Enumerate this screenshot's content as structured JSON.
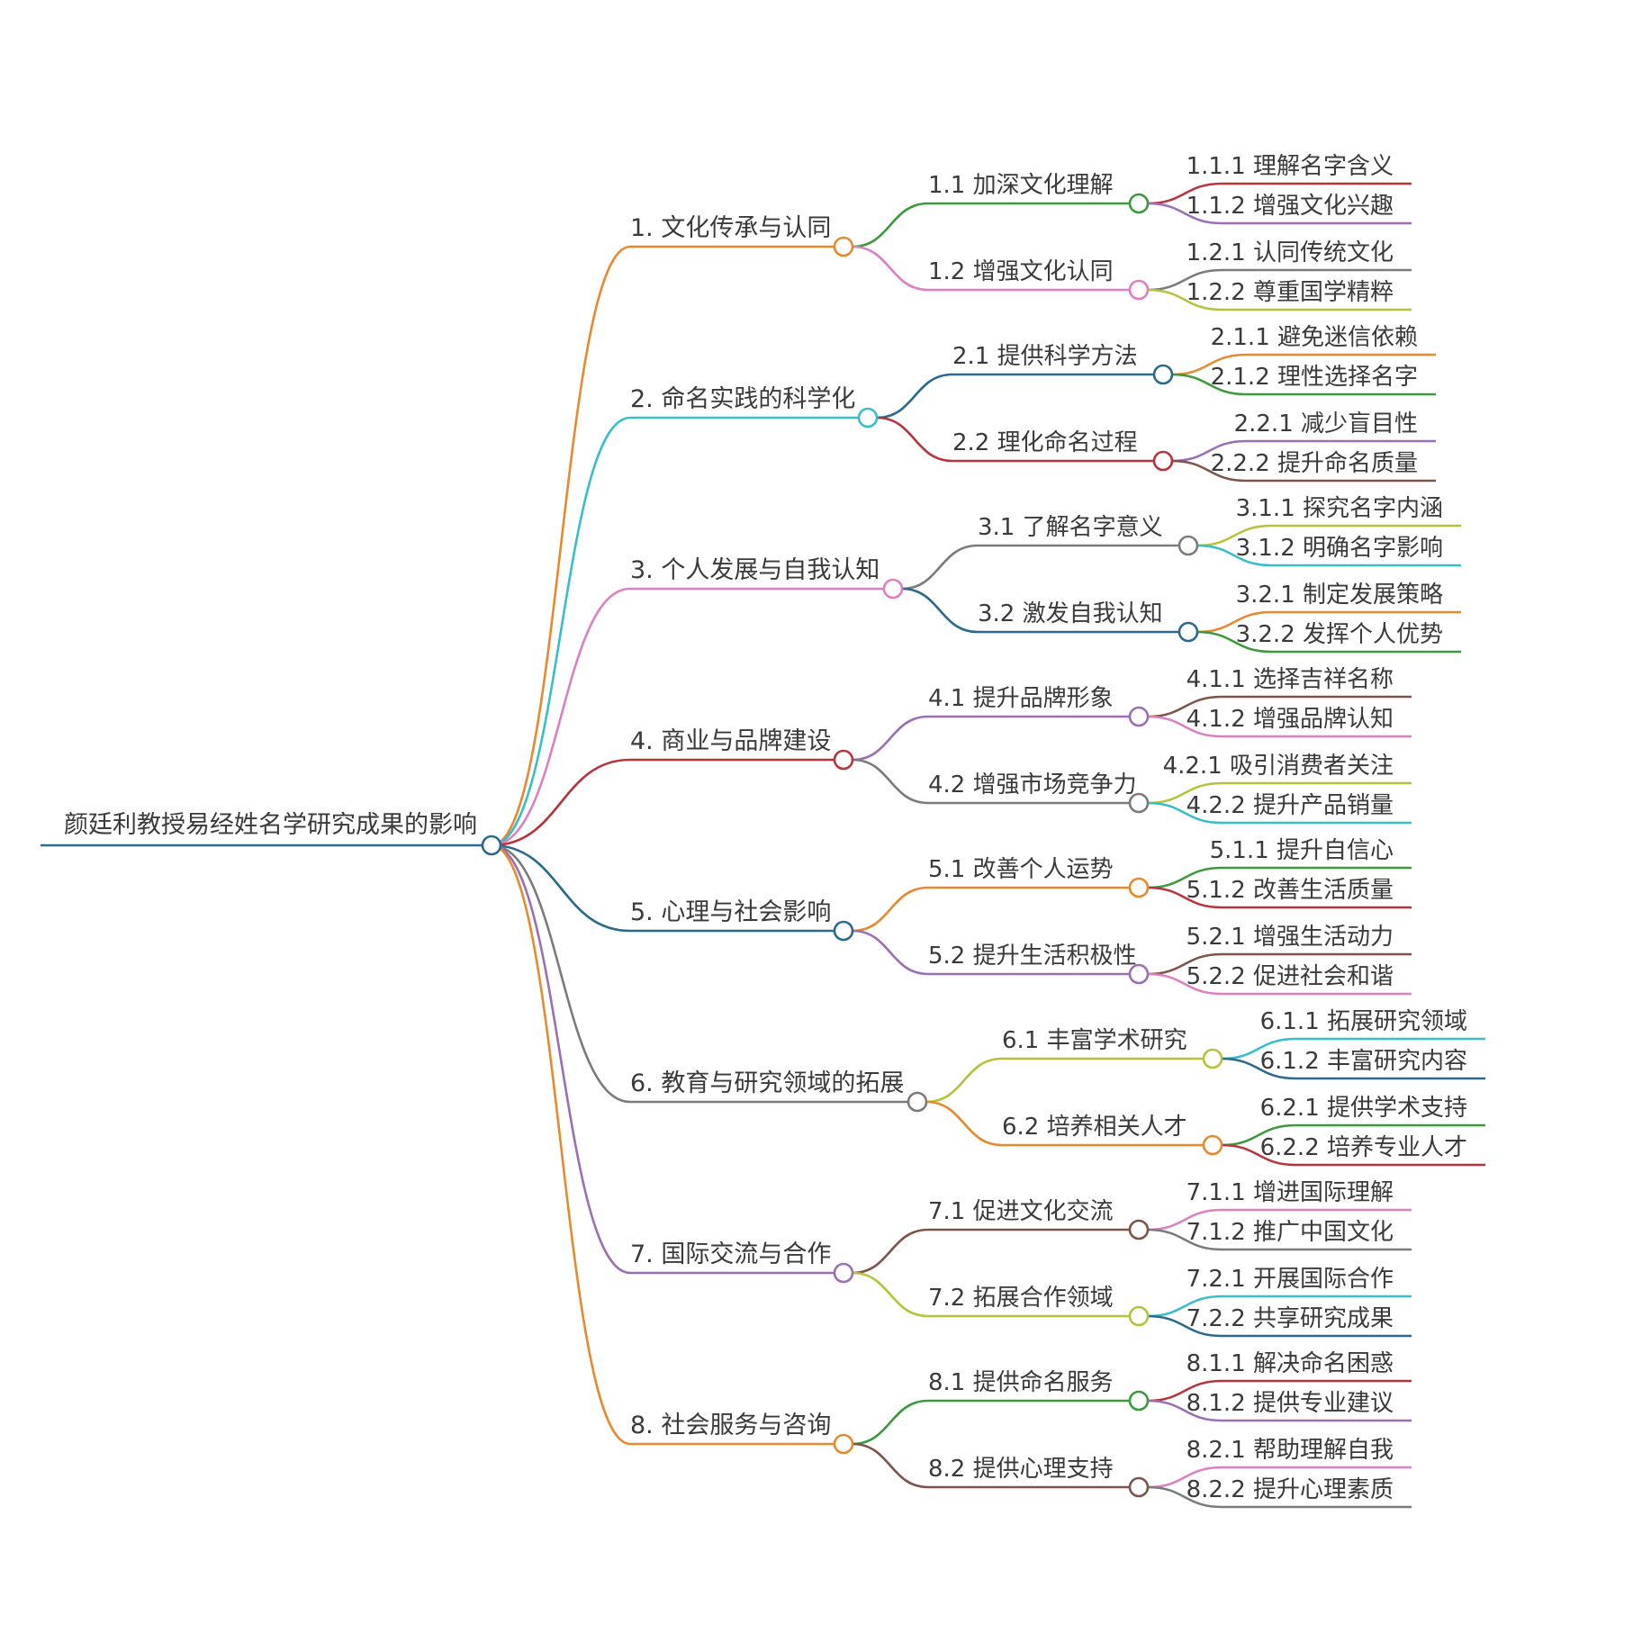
{
  "root": {
    "label": "颜廷利教授易经姓名学研究成果的影响",
    "color": "#2b6a8c"
  },
  "branches": [
    {
      "label": "1. 文化传承与认同",
      "color": "#e8892d",
      "children": [
        {
          "label": "1.1 加深文化理解",
          "color": "#3c9a3c",
          "children": [
            {
              "label": "1.1.1 理解名字含义",
              "color": "#b8343c"
            },
            {
              "label": "1.1.2 增强文化兴趣",
              "color": "#9b6fb5"
            }
          ]
        },
        {
          "label": "1.2 增强文化认同",
          "color": "#dd7fc1",
          "children": [
            {
              "label": "1.2.1 认同传统文化",
              "color": "#7b7b7b"
            },
            {
              "label": "1.2.2 尊重国学精粹",
              "color": "#b6c33a"
            }
          ]
        }
      ]
    },
    {
      "label": "2. 命名实践的科学化",
      "color": "#36bfc9",
      "children": [
        {
          "label": "2.1 提供科学方法",
          "color": "#2b6a8c",
          "children": [
            {
              "label": "2.1.1 避免迷信依赖",
              "color": "#e8892d"
            },
            {
              "label": "2.1.2 理性选择名字",
              "color": "#3c9a3c"
            }
          ]
        },
        {
          "label": "2.2 理化命名过程",
          "color": "#b8343c",
          "children": [
            {
              "label": "2.2.1 减少盲目性",
              "color": "#9b6fb5"
            },
            {
              "label": "2.2.2 提升命名质量",
              "color": "#7d5548"
            }
          ]
        }
      ]
    },
    {
      "label": "3. 个人发展与自我认知",
      "color": "#dd7fc1",
      "children": [
        {
          "label": "3.1 了解名字意义",
          "color": "#7b7b7b",
          "children": [
            {
              "label": "3.1.1 探究名字内涵",
              "color": "#b6c33a"
            },
            {
              "label": "3.1.2 明确名字影响",
              "color": "#36bfc9"
            }
          ]
        },
        {
          "label": "3.2 激发自我认知",
          "color": "#2b6a8c",
          "children": [
            {
              "label": "3.2.1 制定发展策略",
              "color": "#e8892d"
            },
            {
              "label": "3.2.2 发挥个人优势",
              "color": "#3c9a3c"
            }
          ]
        }
      ]
    },
    {
      "label": "4. 商业与品牌建设",
      "color": "#b8343c",
      "children": [
        {
          "label": "4.1 提升品牌形象",
          "color": "#9b6fb5",
          "children": [
            {
              "label": "4.1.1 选择吉祥名称",
              "color": "#7d5548"
            },
            {
              "label": "4.1.2 增强品牌认知",
              "color": "#dd7fc1"
            }
          ]
        },
        {
          "label": "4.2 增强市场竞争力",
          "color": "#7b7b7b",
          "children": [
            {
              "label": "4.2.1 吸引消费者关注",
              "color": "#b6c33a"
            },
            {
              "label": "4.2.2 提升产品销量",
              "color": "#36bfc9"
            }
          ]
        }
      ]
    },
    {
      "label": "5. 心理与社会影响",
      "color": "#2b6a8c",
      "children": [
        {
          "label": "5.1 改善个人运势",
          "color": "#e8892d",
          "children": [
            {
              "label": "5.1.1 提升自信心",
              "color": "#3c9a3c"
            },
            {
              "label": "5.1.2 改善生活质量",
              "color": "#b8343c"
            }
          ]
        },
        {
          "label": "5.2 提升生活积极性",
          "color": "#9b6fb5",
          "children": [
            {
              "label": "5.2.1 增强生活动力",
              "color": "#7d5548"
            },
            {
              "label": "5.2.2 促进社会和谐",
              "color": "#dd7fc1"
            }
          ]
        }
      ]
    },
    {
      "label": "6. 教育与研究领域的拓展",
      "color": "#7b7b7b",
      "children": [
        {
          "label": "6.1 丰富学术研究",
          "color": "#b6c33a",
          "children": [
            {
              "label": "6.1.1 拓展研究领域",
              "color": "#36bfc9"
            },
            {
              "label": "6.1.2 丰富研究内容",
              "color": "#2b6a8c"
            }
          ]
        },
        {
          "label": "6.2 培养相关人才",
          "color": "#e8892d",
          "children": [
            {
              "label": "6.2.1 提供学术支持",
              "color": "#3c9a3c"
            },
            {
              "label": "6.2.2 培养专业人才",
              "color": "#b8343c"
            }
          ]
        }
      ]
    },
    {
      "label": "7. 国际交流与合作",
      "color": "#9b6fb5",
      "children": [
        {
          "label": "7.1 促进文化交流",
          "color": "#7d5548",
          "children": [
            {
              "label": "7.1.1 增进国际理解",
              "color": "#dd7fc1"
            },
            {
              "label": "7.1.2 推广中国文化",
              "color": "#7b7b7b"
            }
          ]
        },
        {
          "label": "7.2 拓展合作领域",
          "color": "#b6c33a",
          "children": [
            {
              "label": "7.2.1 开展国际合作",
              "color": "#36bfc9"
            },
            {
              "label": "7.2.2 共享研究成果",
              "color": "#2b6a8c"
            }
          ]
        }
      ]
    },
    {
      "label": "8. 社会服务与咨询",
      "color": "#e8892d",
      "children": [
        {
          "label": "8.1 提供命名服务",
          "color": "#3c9a3c",
          "children": [
            {
              "label": "8.1.1 解决命名困惑",
              "color": "#b8343c"
            },
            {
              "label": "8.1.2 提供专业建议",
              "color": "#9b6fb5"
            }
          ]
        },
        {
          "label": "8.2 提供心理支持",
          "color": "#7d5548",
          "children": [
            {
              "label": "8.2.1 帮助理解自我",
              "color": "#dd7fc1"
            },
            {
              "label": "8.2.2 提升心理素质",
              "color": "#7b7b7b"
            }
          ]
        }
      ]
    }
  ]
}
